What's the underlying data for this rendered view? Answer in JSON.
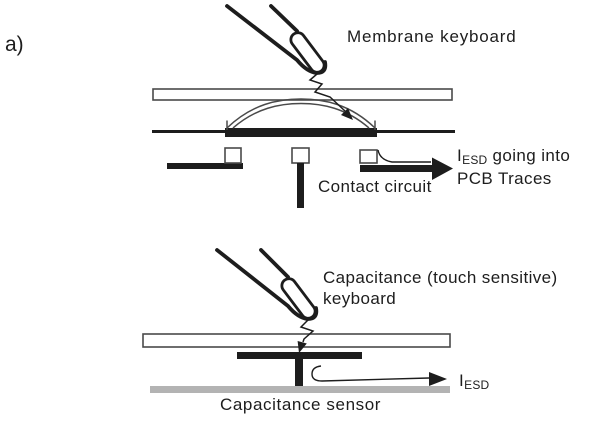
{
  "panel_label": "a)",
  "membrane": {
    "title": "Membrane keyboard",
    "contact_label": "Contact circuit",
    "esd_current": {
      "symbol": "I",
      "subscript": "ESD",
      "suffix": " going into",
      "line2": "PCB Traces"
    }
  },
  "capacitance": {
    "title_line1": "Capacitance (touch sensitive)",
    "title_line2": "keyboard",
    "sensor_label": "Capacitance sensor",
    "esd_current": {
      "symbol": "I",
      "subscript": "ESD"
    }
  },
  "colors": {
    "ink": "#1d1d1d",
    "sensor_gray": "#b3b3b3"
  }
}
